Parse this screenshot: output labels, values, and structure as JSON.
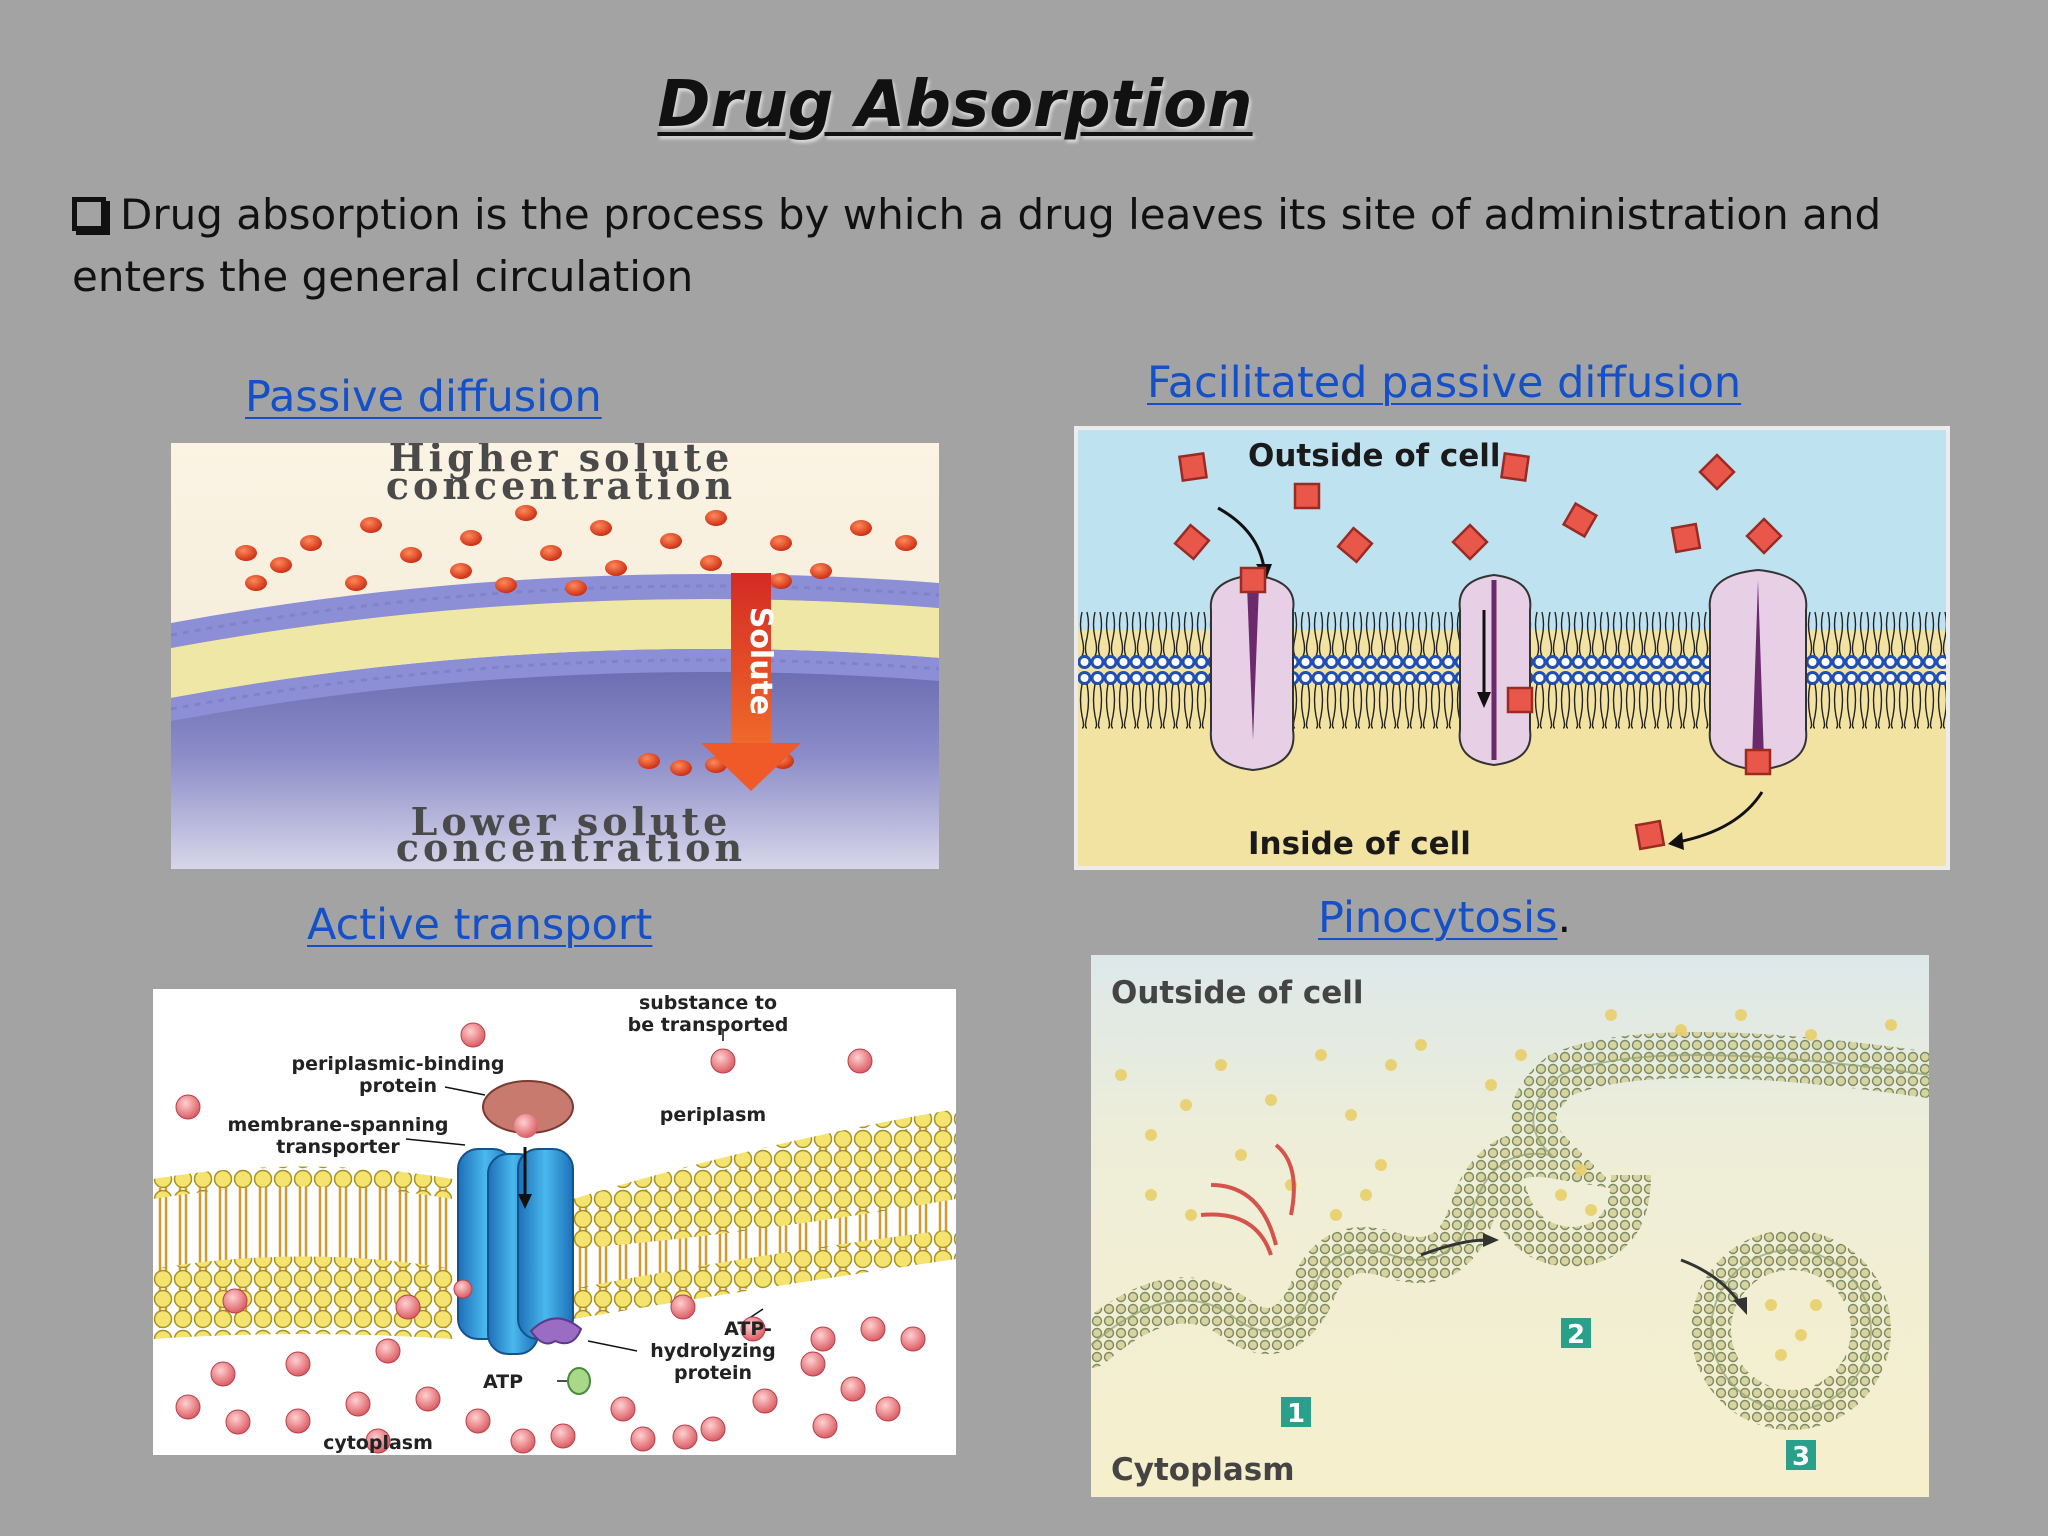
{
  "slide": {
    "title": "Drug Absorption",
    "bullet_text": "Drug absorption is the process by which a drug leaves its site of administration and enters the general circulation"
  },
  "panels": {
    "passive": {
      "label": "Passive diffusion",
      "top_text_1": "Higher solute",
      "top_text_2": "concentration",
      "arrow_text": "Solute",
      "bottom_text_1": "Lower solute",
      "bottom_text_2": "concentration"
    },
    "facilitated": {
      "label_1": "Facilitated",
      "label_2": "passive diffusion",
      "outside_text": "Outside of cell",
      "inside_text": "Inside of cell"
    },
    "active": {
      "label": "Active transport",
      "substance_1": "substance to",
      "substance_2": "be transported",
      "periplasmic_1": "periplasmic-binding",
      "periplasmic_2": "protein",
      "membrane_1": "membrane-spanning",
      "membrane_2": "transporter",
      "periplasm": "periplasm",
      "atp_h_1": "ATP-",
      "atp_h_2": "hydrolyzing",
      "atp_h_3": "protein",
      "atp": "ATP",
      "cytoplasm": "cytoplasm"
    },
    "pinocytosis": {
      "label": "Pinocytosis",
      "suffix": ".",
      "outside_text": "Outside of cell",
      "cytoplasm_text": "Cytoplasm",
      "step_1": "1",
      "step_2": "2",
      "step_3": "3"
    }
  },
  "colors": {
    "background": "#a3a3a3",
    "link": "#1450c8",
    "solute": "#e0482e",
    "membrane_blue": "#2a6fd0",
    "channel_pink": "#e7cfe6",
    "lipid_yellow": "#f3e06a",
    "transporter_blue": "#2f9ee0",
    "step_badge": "#2aa08a"
  }
}
